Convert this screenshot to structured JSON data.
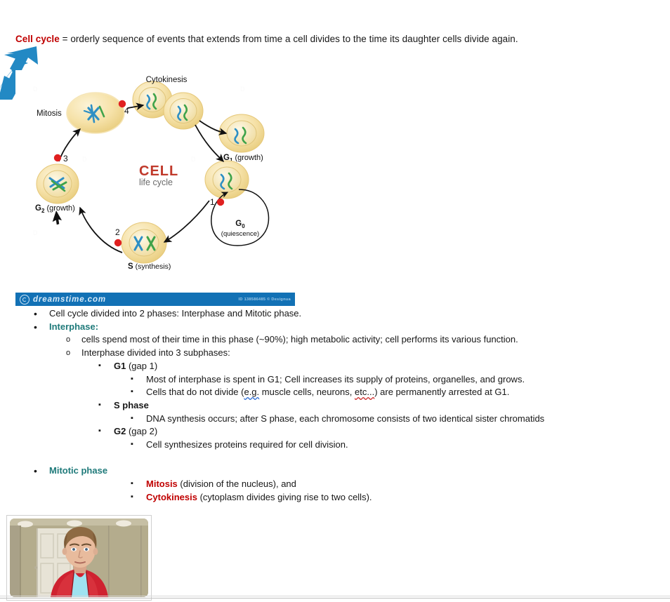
{
  "heading": {
    "accent": "Cell cycle",
    "rest": " = orderly sequence of events that extends from time a cell divides to the time its daughter cells divide again."
  },
  "colors": {
    "accent_red": "#C00000",
    "accent_teal": "#1F7A7A",
    "watermark_blue": "#1271B5",
    "cursor_blue": "#2389C4",
    "cell_fill": "#F7E3AE",
    "cell_rim": "#EFD07A",
    "chromosome_blue": "#2E8FC4",
    "chromosome_green": "#3FA34A",
    "stage_dot_red": "#E02020"
  },
  "diagram": {
    "title_main": "CELL",
    "title_sub": "life cycle",
    "labels": {
      "mitosis": "Mitosis",
      "cytokinesis": "Cytokinesis",
      "g1_bold": "G",
      "g1_sub": "1",
      "g1_rest": "(growth)",
      "g2_bold": "G",
      "g2_sub": "2",
      "g2_rest": "(growth)",
      "g0_bold": "G",
      "g0_sub": "0",
      "g0_rest": "(quiescence)",
      "s_bold": "S",
      "s_rest": "(synthesis)"
    },
    "stage_numbers": [
      "1",
      "2",
      "3",
      "4"
    ]
  },
  "watermark": {
    "site": "dreamstime.com",
    "id_text": "ID 138586485 © Designua",
    "logo_icon": "spiral-logo-icon"
  },
  "outline": [
    {
      "level": 1,
      "marker": "•",
      "parts": [
        {
          "text": "Cell cycle divided into 2 phases: Interphase and Mitotic phase.",
          "style": "plain"
        }
      ]
    },
    {
      "level": 1,
      "marker": "•",
      "parts": [
        {
          "text": "Interphase:",
          "style": "teal"
        }
      ]
    },
    {
      "level": 2,
      "marker": "o",
      "parts": [
        {
          "text": "cells spend most of their time in this phase (~90%); high metabolic activity; cell performs its various function.",
          "style": "plain"
        }
      ]
    },
    {
      "level": 2,
      "marker": "o",
      "parts": [
        {
          "text": "Interphase divided into 3 subphases:",
          "style": "plain"
        }
      ]
    },
    {
      "level": 3,
      "marker": "▪",
      "parts": [
        {
          "text": "G1",
          "style": "bold"
        },
        {
          "text": " (gap 1)",
          "style": "plain"
        }
      ]
    },
    {
      "level": 4,
      "marker": "▪",
      "parts": [
        {
          "text": "Most of interphase is spent in G1; Cell increases its supply of proteins, organelles, and grows.",
          "style": "plain"
        }
      ]
    },
    {
      "level": 4,
      "marker": "▪",
      "parts": [
        {
          "text": "Cells that do not divide (",
          "style": "plain"
        },
        {
          "text": "e.g.",
          "style": "squiggle-blue"
        },
        {
          "text": " muscle cells, neurons, ",
          "style": "plain"
        },
        {
          "text": "etc...",
          "style": "squiggle-red"
        },
        {
          "text": ") are permanently arrested at G1.",
          "style": "plain"
        }
      ]
    },
    {
      "level": 3,
      "marker": "▪",
      "parts": [
        {
          "text": "S phase",
          "style": "bold"
        }
      ]
    },
    {
      "level": 4,
      "marker": "▪",
      "parts": [
        {
          "text": "DNA synthesis occurs; after S phase, each chromosome consists of two identical sister chromatids",
          "style": "plain"
        }
      ]
    },
    {
      "level": 3,
      "marker": "▪",
      "parts": [
        {
          "text": "G2",
          "style": "bold"
        },
        {
          "text": " (gap 2)",
          "style": "plain"
        }
      ]
    },
    {
      "level": 4,
      "marker": "▪",
      "parts": [
        {
          "text": "Cell synthesizes proteins required for cell division.",
          "style": "plain"
        }
      ]
    },
    {
      "level": 1,
      "marker": "•",
      "parts": [
        {
          "text": "Mitotic phase",
          "style": "teal"
        }
      ],
      "gap_before": true
    },
    {
      "level": 4,
      "marker": "▪",
      "parts": [
        {
          "text": "Mitosis",
          "style": "red"
        },
        {
          "text": " (division of the nucleus), and",
          "style": "plain"
        }
      ]
    },
    {
      "level": 4,
      "marker": "▪",
      "parts": [
        {
          "text": "Cytokinesis",
          "style": "red"
        },
        {
          "text": " (cytoplasm divides giving rise to two cells).",
          "style": "plain"
        }
      ]
    }
  ],
  "webcam": {
    "label": "presenter-webcam-feed"
  }
}
